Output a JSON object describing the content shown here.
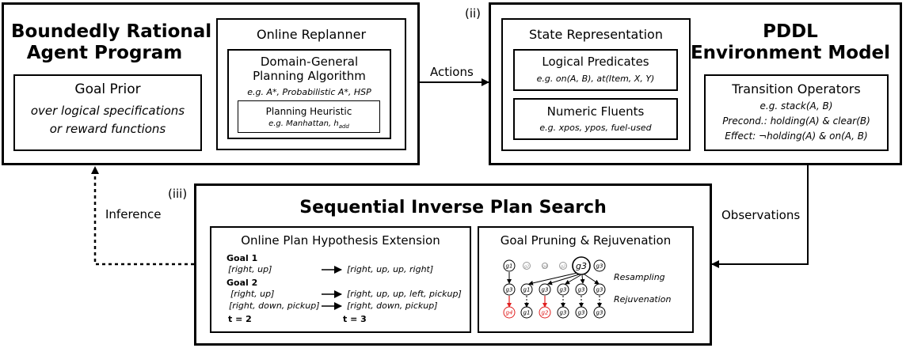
{
  "agent": {
    "title_line1": "Boundedly Rational",
    "title_line2": "Agent Program",
    "goal_prior": {
      "title": "Goal Prior",
      "line1": "over logical specifications",
      "line2": "or reward functions"
    },
    "replanner": {
      "title": "Online Replanner",
      "algo_line1": "Domain-General",
      "algo_line2": "Planning Algorithm",
      "algo_examples": "e.g. A*, Probabilistic A*, HSP",
      "heuristic_title": "Planning Heuristic",
      "heuristic_examples": "e.g. Manhattan, h",
      "heuristic_sub": "add"
    }
  },
  "env": {
    "marker": "(ii)",
    "title_line1": "PDDL",
    "title_line2": "Environment Model",
    "state": {
      "title": "State Representation",
      "predicates_title": "Logical Predicates",
      "predicates_examples": "e.g. on(A, B), at(Item, X, Y)",
      "fluents_title": "Numeric Fluents",
      "fluents_examples": "e.g. xpos, ypos, fuel-used"
    },
    "transition": {
      "title": "Transition Operators",
      "line1": "e.g. stack(A, B)",
      "line2": "Precond.: holding(A) & clear(B)",
      "line3": "Effect: ¬holding(A) & on(A, B)"
    }
  },
  "sips": {
    "marker": "(iii)",
    "title": "Sequential Inverse Plan Search",
    "extension": {
      "title": "Online Plan Hypothesis Extension",
      "goal1_label": "Goal 1",
      "goal1_from": "[right, up]",
      "goal1_to": "[right, up, up, right]",
      "goal2_label": "Goal 2",
      "goal2a_from": "[right, up]",
      "goal2a_to": "[right, up, up, left, pickup]",
      "goal2b_from": "[right, down, pickup]",
      "goal2b_to": "[right, down, pickup]",
      "t_left": "t = 2",
      "t_right": "t = 3"
    },
    "pruning": {
      "title": "Goal Pruning & Rejuvenation",
      "resampling_label": "Resampling",
      "rejuvenation_label": "Rejuvenation",
      "top_nodes": [
        "g1",
        "g2",
        "g4",
        "g2",
        "g3",
        "g3"
      ],
      "mid_nodes": [
        "g3",
        "g1",
        "g3",
        "g3",
        "g3",
        "g3"
      ],
      "bottom_nodes": [
        "g4",
        "g1",
        "g2",
        "g3",
        "g3",
        "g3"
      ]
    }
  },
  "edges": {
    "actions": "Actions",
    "observations": "Observations",
    "inference": "Inference"
  },
  "colors": {
    "stroke": "#000000",
    "highlight": "#e02020",
    "faint": "#999999"
  }
}
